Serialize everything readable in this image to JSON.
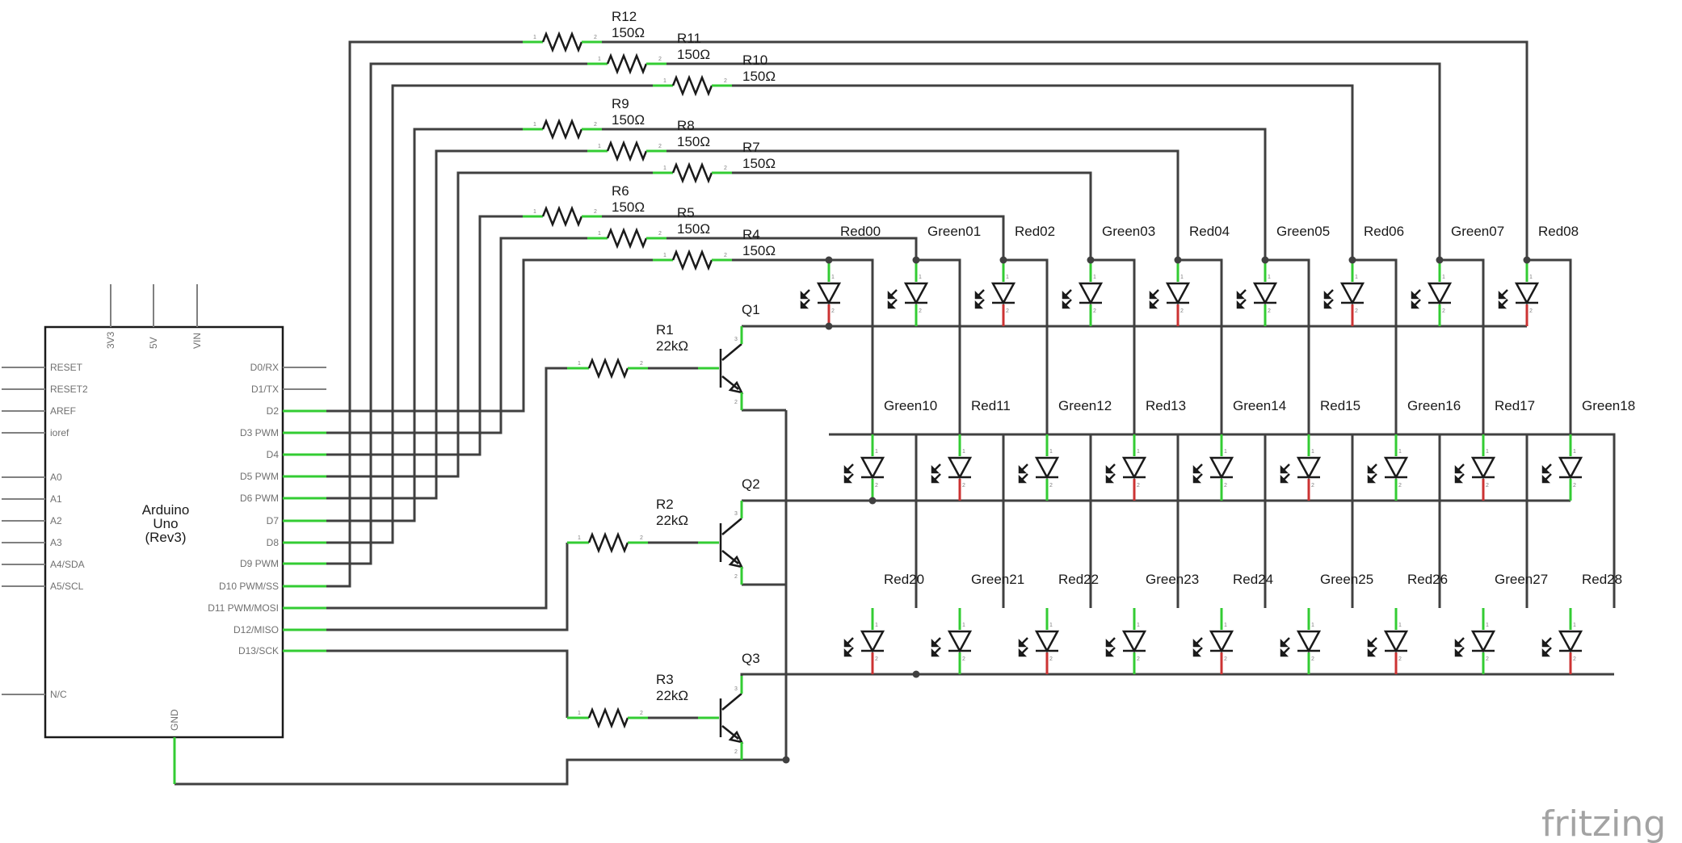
{
  "arduino": {
    "name_line1": "Arduino",
    "name_line2": "Uno",
    "name_line3": "(Rev3)",
    "top_pins": [
      "3V3",
      "5V",
      "VIN"
    ],
    "bottom_pin": "GND",
    "left_pins": [
      "RESET",
      "RESET2",
      "AREF",
      "ioref",
      "A0",
      "A1",
      "A2",
      "A3",
      "A4/SDA",
      "A5/SCL",
      "N/C"
    ],
    "right_pins": [
      "D0/RX",
      "D1/TX",
      "D2",
      "D3 PWM",
      "D4",
      "D5 PWM",
      "D6 PWM",
      "D7",
      "D8",
      "D9 PWM",
      "D10 PWM/SS",
      "D11 PWM/MOSI",
      "D12/MISO",
      "D13/SCK"
    ]
  },
  "resistors": [
    {
      "name": "R12",
      "value": "150Ω"
    },
    {
      "name": "R11",
      "value": "150Ω"
    },
    {
      "name": "R10",
      "value": "150Ω"
    },
    {
      "name": "R9",
      "value": "150Ω"
    },
    {
      "name": "R8",
      "value": "150Ω"
    },
    {
      "name": "R7",
      "value": "150Ω"
    },
    {
      "name": "R6",
      "value": "150Ω"
    },
    {
      "name": "R5",
      "value": "150Ω"
    },
    {
      "name": "R4",
      "value": "150Ω"
    }
  ],
  "base_resistors": [
    {
      "name": "R1",
      "value": "22kΩ"
    },
    {
      "name": "R2",
      "value": "22kΩ"
    },
    {
      "name": "R3",
      "value": "22kΩ"
    }
  ],
  "transistors": [
    "Q1",
    "Q2",
    "Q3"
  ],
  "led_rows": [
    [
      "Red00",
      "Green01",
      "Red02",
      "Green03",
      "Red04",
      "Green05",
      "Red06",
      "Green07",
      "Red08"
    ],
    [
      "Green10",
      "Red11",
      "Green12",
      "Red13",
      "Green14",
      "Red15",
      "Green16",
      "Red17",
      "Green18"
    ],
    [
      "Red20",
      "Green21",
      "Red22",
      "Green23",
      "Red24",
      "Green25",
      "Red26",
      "Green27",
      "Red28"
    ]
  ],
  "pin_numbers": {
    "one": "1",
    "two": "2",
    "three": "3"
  },
  "brand": "fritzing"
}
